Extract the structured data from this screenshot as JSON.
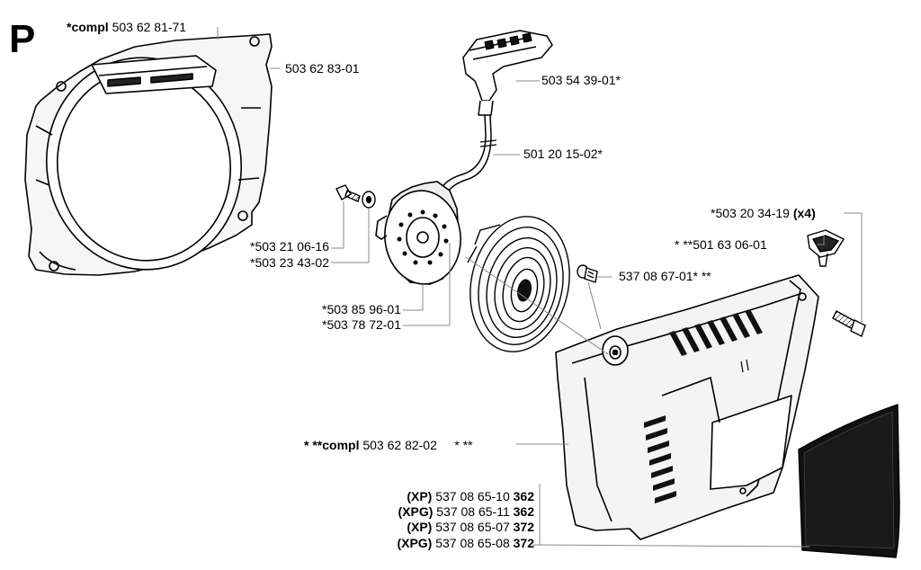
{
  "section_letter": "P",
  "labels": {
    "compl_top": {
      "prefix": "*compl",
      "number": "503 62 81-71"
    },
    "housing": "503 62 83-01",
    "handle": "503 54 39-01*",
    "cord": "501 20 15-02*",
    "bolt_a": "*503 21 06-16",
    "washer_a": "*503 23 43-02",
    "pulley_a": "*503 85 96-01",
    "pulley_b": "*503 78 72-01",
    "spring_screw": "537 08 67-01* **",
    "screw_x4": {
      "number": "*503 20 34-19",
      "qty": "(x4)"
    },
    "grommet": "* **501 63 06-01",
    "compl_cover": {
      "prefix": "* **compl",
      "number": "503 62 82-02",
      "suffix": "* **"
    },
    "decals": [
      {
        "variant": "(XP)",
        "number": "537 08 65-10",
        "model": "362"
      },
      {
        "variant": "(XPG)",
        "number": "537 08 65-11",
        "model": "362"
      },
      {
        "variant": "(XP)",
        "number": "537 08 65-07",
        "model": "372"
      },
      {
        "variant": "(XPG)",
        "number": "537 08 65-08",
        "model": "372"
      }
    ]
  }
}
